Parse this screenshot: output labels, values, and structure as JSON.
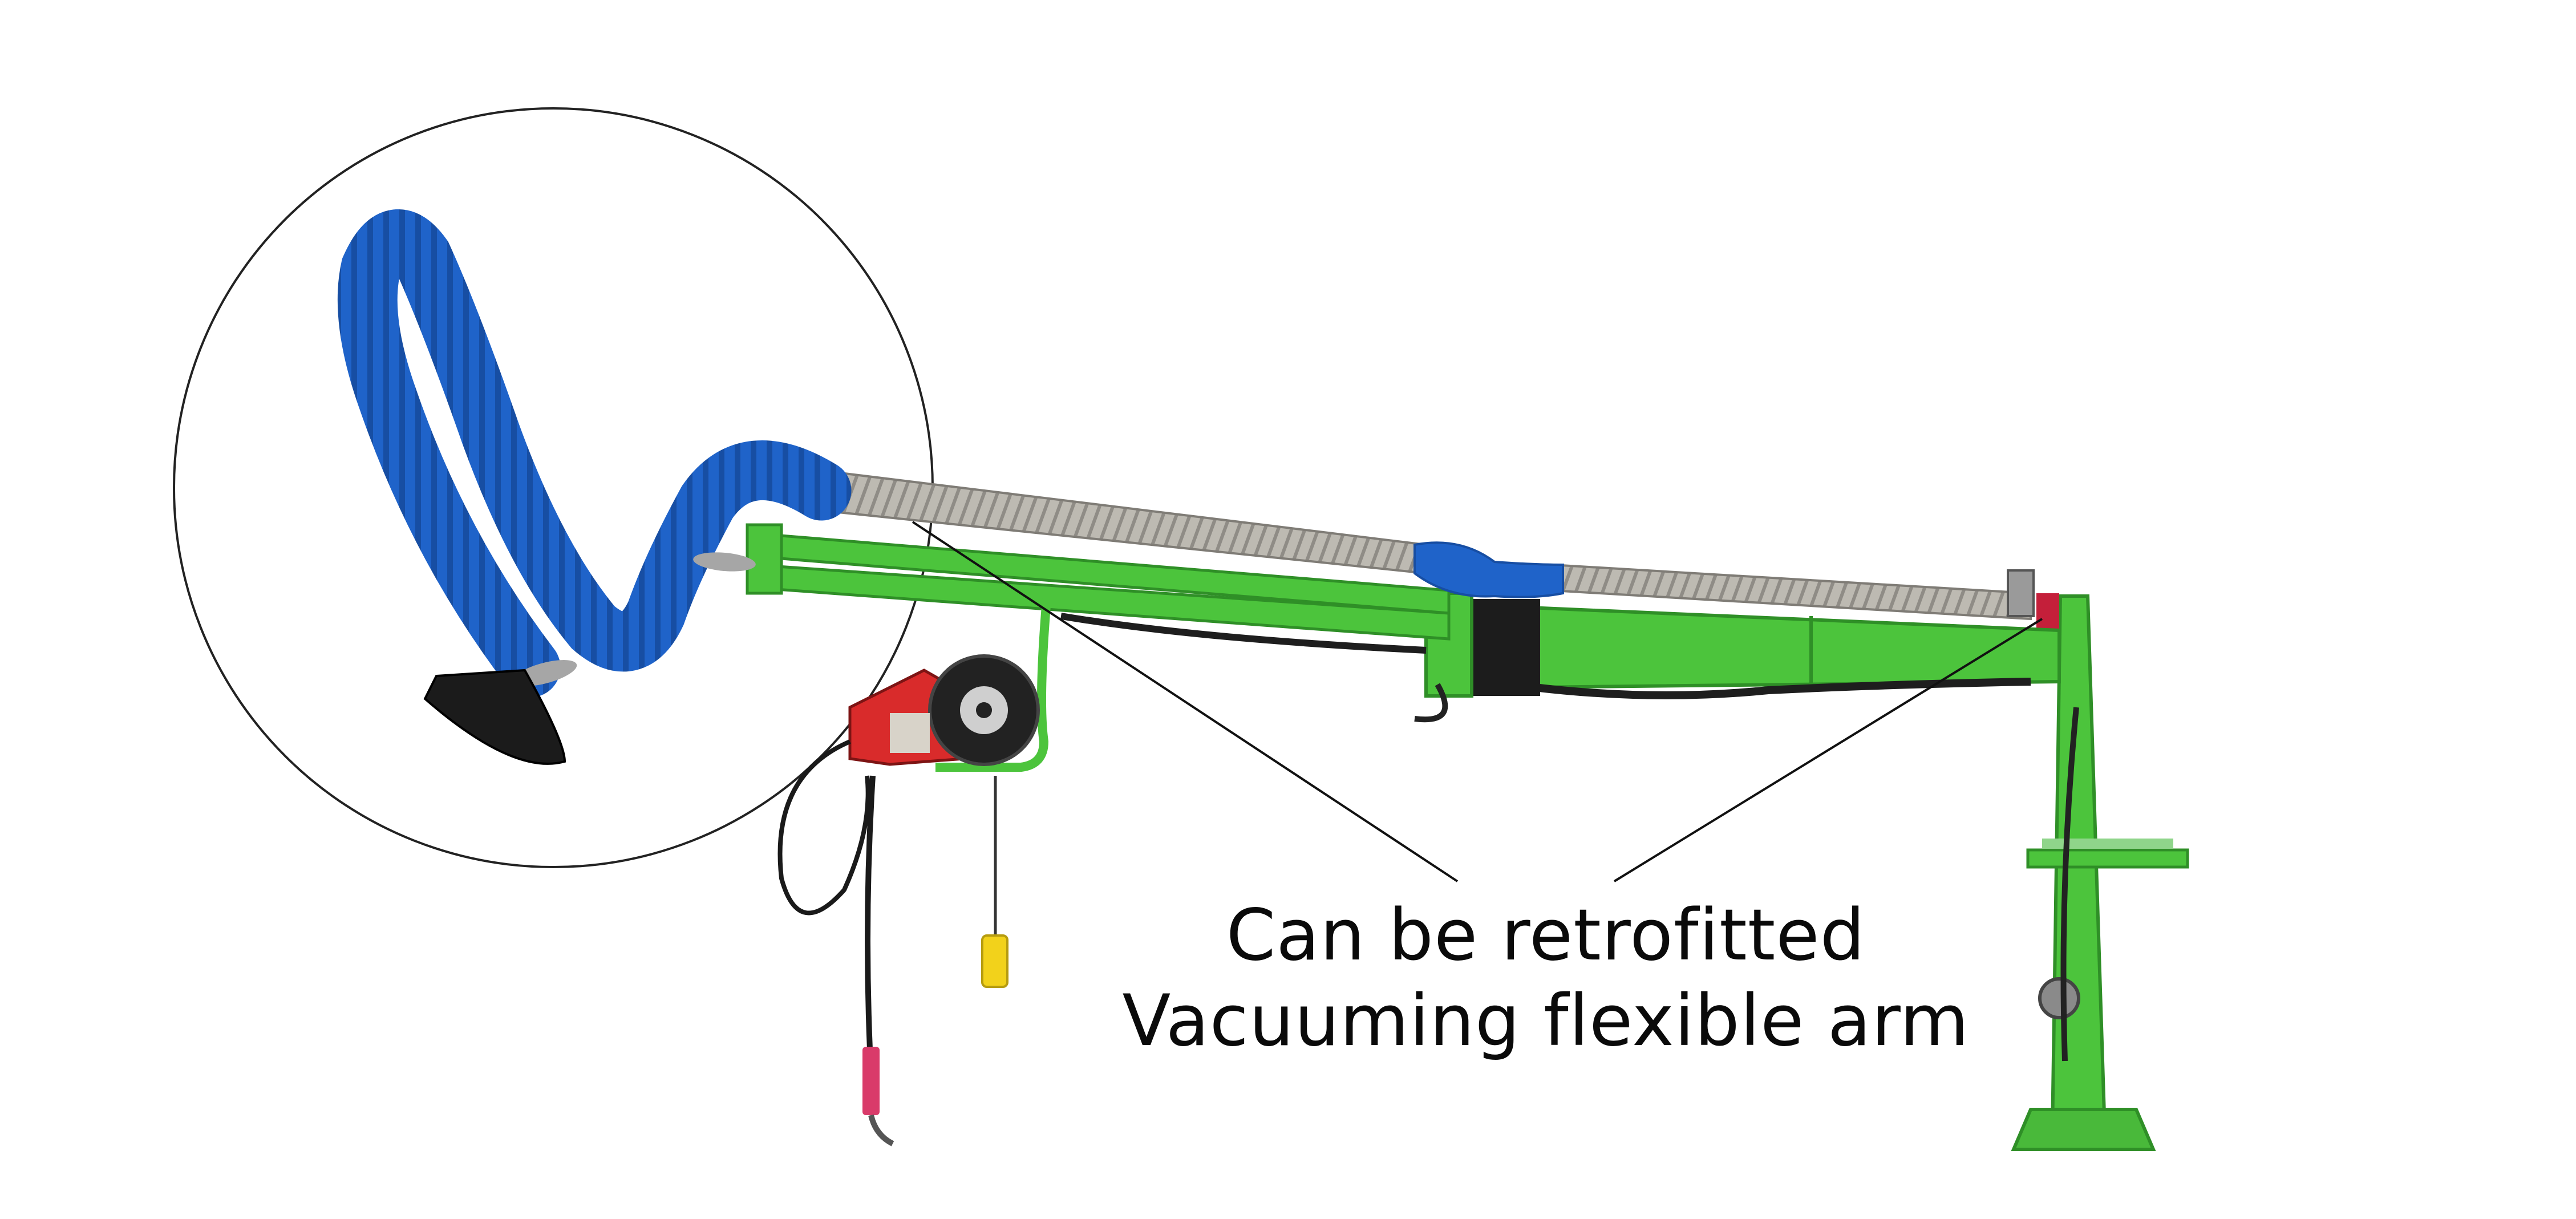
{
  "caption": {
    "line1": "Can be retrofitted",
    "line2": "Vacuuming flexible arm"
  },
  "colors": {
    "frame_green": "#4cc43c",
    "frame_green_dark": "#2f8f27",
    "hose_blue": "#1f63c9",
    "duct_silver": "#b9b6ae",
    "feeder_red": "#d92b2b",
    "hood_black": "#1b1b1b",
    "pendant_yellow": "#f2d21b",
    "torch_red": "#d93b6a"
  },
  "icons": {
    "focus_circle": "circle-outline",
    "pointer_lines": "arrow-lines"
  }
}
